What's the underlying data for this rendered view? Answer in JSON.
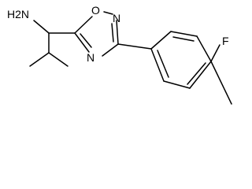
{
  "molecule": {
    "atoms": {
      "amine": "H2N",
      "ring_oxygen": "O",
      "ring_nitrogen_2": "N",
      "ring_nitrogen_4": "N",
      "fluorine": "F"
    }
  }
}
